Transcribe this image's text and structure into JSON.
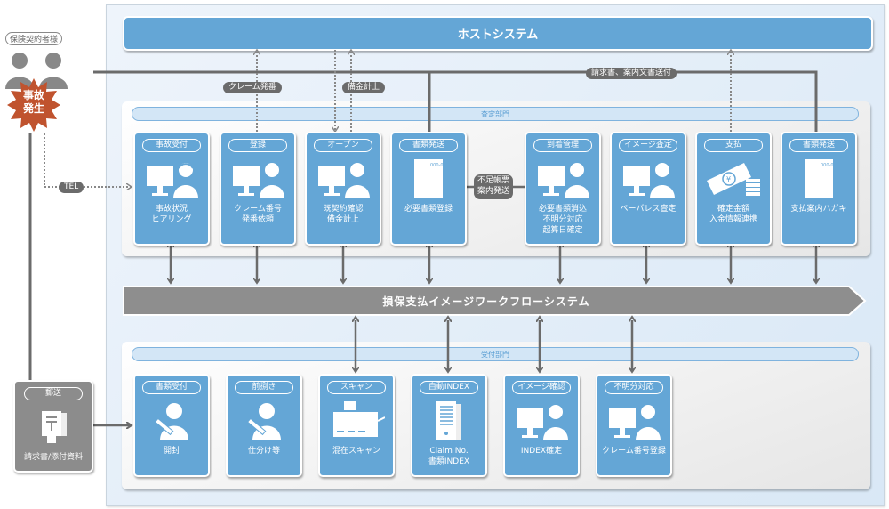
{
  "customer": {
    "label": "保険契約者様",
    "accident_badge": "事故\n発生"
  },
  "host_system": {
    "title": "ホストシステム"
  },
  "connector_tags": {
    "claim_number": "クレーム発番",
    "reserve": "備金計上",
    "invoice_send": "請求書、案内文書送付",
    "tel": "TEL",
    "missing_docs": "不足帳票\n案内発送"
  },
  "assessment_dept": {
    "label": "査定部門",
    "cards": [
      {
        "title": "事故受付",
        "icon": "operator-headset-icon",
        "text": "事故状況\nヒアリング"
      },
      {
        "title": "登録",
        "icon": "operator-computer-icon",
        "text": "クレーム番号\n発番依頼"
      },
      {
        "title": "オープン",
        "icon": "operator-computer-icon",
        "text": "既契約確認\n備金計上"
      },
      {
        "title": "書類発送",
        "icon": "envelope-icon",
        "text": "必要書類登録"
      },
      {
        "title": "到着管理",
        "icon": "operator-computer-icon",
        "text": "必要書類消込\n不明分対応\n起算日確定"
      },
      {
        "title": "イメージ査定",
        "icon": "operator-computer-icon",
        "text": "ペーパレス査定"
      },
      {
        "title": "支払",
        "icon": "money-icon",
        "text": "確定金額\n入金情報連携"
      },
      {
        "title": "書類発送",
        "icon": "envelope-icon",
        "text": "支払案内ハガキ"
      }
    ]
  },
  "workflow_system": {
    "title": "損保支払イメージワークフローシステム"
  },
  "reception_dept": {
    "label": "受付部門",
    "cards": [
      {
        "title": "書類受付",
        "icon": "person-pen-icon",
        "text": "開封"
      },
      {
        "title": "前捌き",
        "icon": "person-pen-icon",
        "text": "仕分け等"
      },
      {
        "title": "スキャン",
        "icon": "scanner-icon",
        "text": "混在スキャン"
      },
      {
        "title": "自動INDEX",
        "icon": "server-icon",
        "text": "Claim No.\n書類INDEX"
      },
      {
        "title": "イメージ確認",
        "icon": "operator-computer-icon",
        "text": "INDEX確定"
      },
      {
        "title": "不明分対応",
        "icon": "operator-computer-icon",
        "text": "クレーム番号登録"
      }
    ]
  },
  "mail": {
    "title": "郵送",
    "icon": "mailbox-icon",
    "text": "請求書/添付資料"
  },
  "colors": {
    "card_blue": "#64a6d6",
    "accent_red": "#c0532e",
    "gray": "#8c8c8c",
    "line": "#6b6b6b"
  }
}
